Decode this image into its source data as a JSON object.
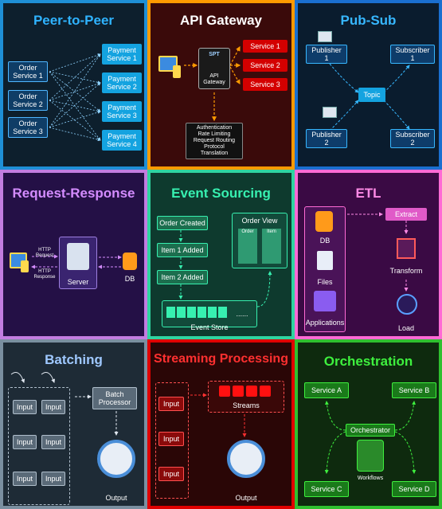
{
  "p2p": {
    "title": "Peer-to-Peer",
    "orders": [
      "Order\nService 1",
      "Order\nService 2",
      "Order\nService 3"
    ],
    "payments": [
      "Payment\nService 1",
      "Payment\nService 2",
      "Payment\nService 3",
      "Payment\nService 4"
    ]
  },
  "gateway": {
    "title": "API Gateway",
    "logo": "SPT",
    "label": "API\nGateway",
    "services": [
      "Service 1",
      "Service 2",
      "Service 3"
    ],
    "features": "Authentication\nRate Limiting\nRequest Routing\nProtocol\nTranslation"
  },
  "pubsub": {
    "title": "Pub-Sub",
    "publishers": [
      "Publisher\n1",
      "Publisher\n2"
    ],
    "subscribers": [
      "Subscriber\n1",
      "Subscriber\n2"
    ],
    "topic": "Topic"
  },
  "reqres": {
    "title": "Request-Response",
    "request": "HTTP\nRequest",
    "response": "HTTP\nResponse",
    "server": "Server",
    "db": "DB"
  },
  "eventsrc": {
    "title": "Event Sourcing",
    "events": [
      "Order Created",
      "Item 1 Added",
      "Item 2 Added"
    ],
    "view": "Order View",
    "cols": [
      "Order",
      "Item"
    ],
    "store": "Event Store",
    "dots": "......"
  },
  "etl": {
    "title": "ETL",
    "sources": [
      "DB",
      "Files",
      "Applications"
    ],
    "extract": "Extract",
    "transform": "Transform",
    "load": "Load"
  },
  "batching": {
    "title": "Batching",
    "inputs": [
      "Input",
      "Input",
      "Input",
      "Input",
      "Input",
      "Input"
    ],
    "processor": "Batch\nProcessor",
    "output": "Output"
  },
  "streaming": {
    "title": "Streaming Processing",
    "inputs": [
      "Input",
      "Input",
      "Input"
    ],
    "streams": "Streams",
    "output": "Output"
  },
  "orch": {
    "title": "Orchestration",
    "services": [
      "Service A",
      "Service B",
      "Service C",
      "Service D"
    ],
    "orchestrator": "Orchestrator",
    "workflows": "Workflows"
  }
}
